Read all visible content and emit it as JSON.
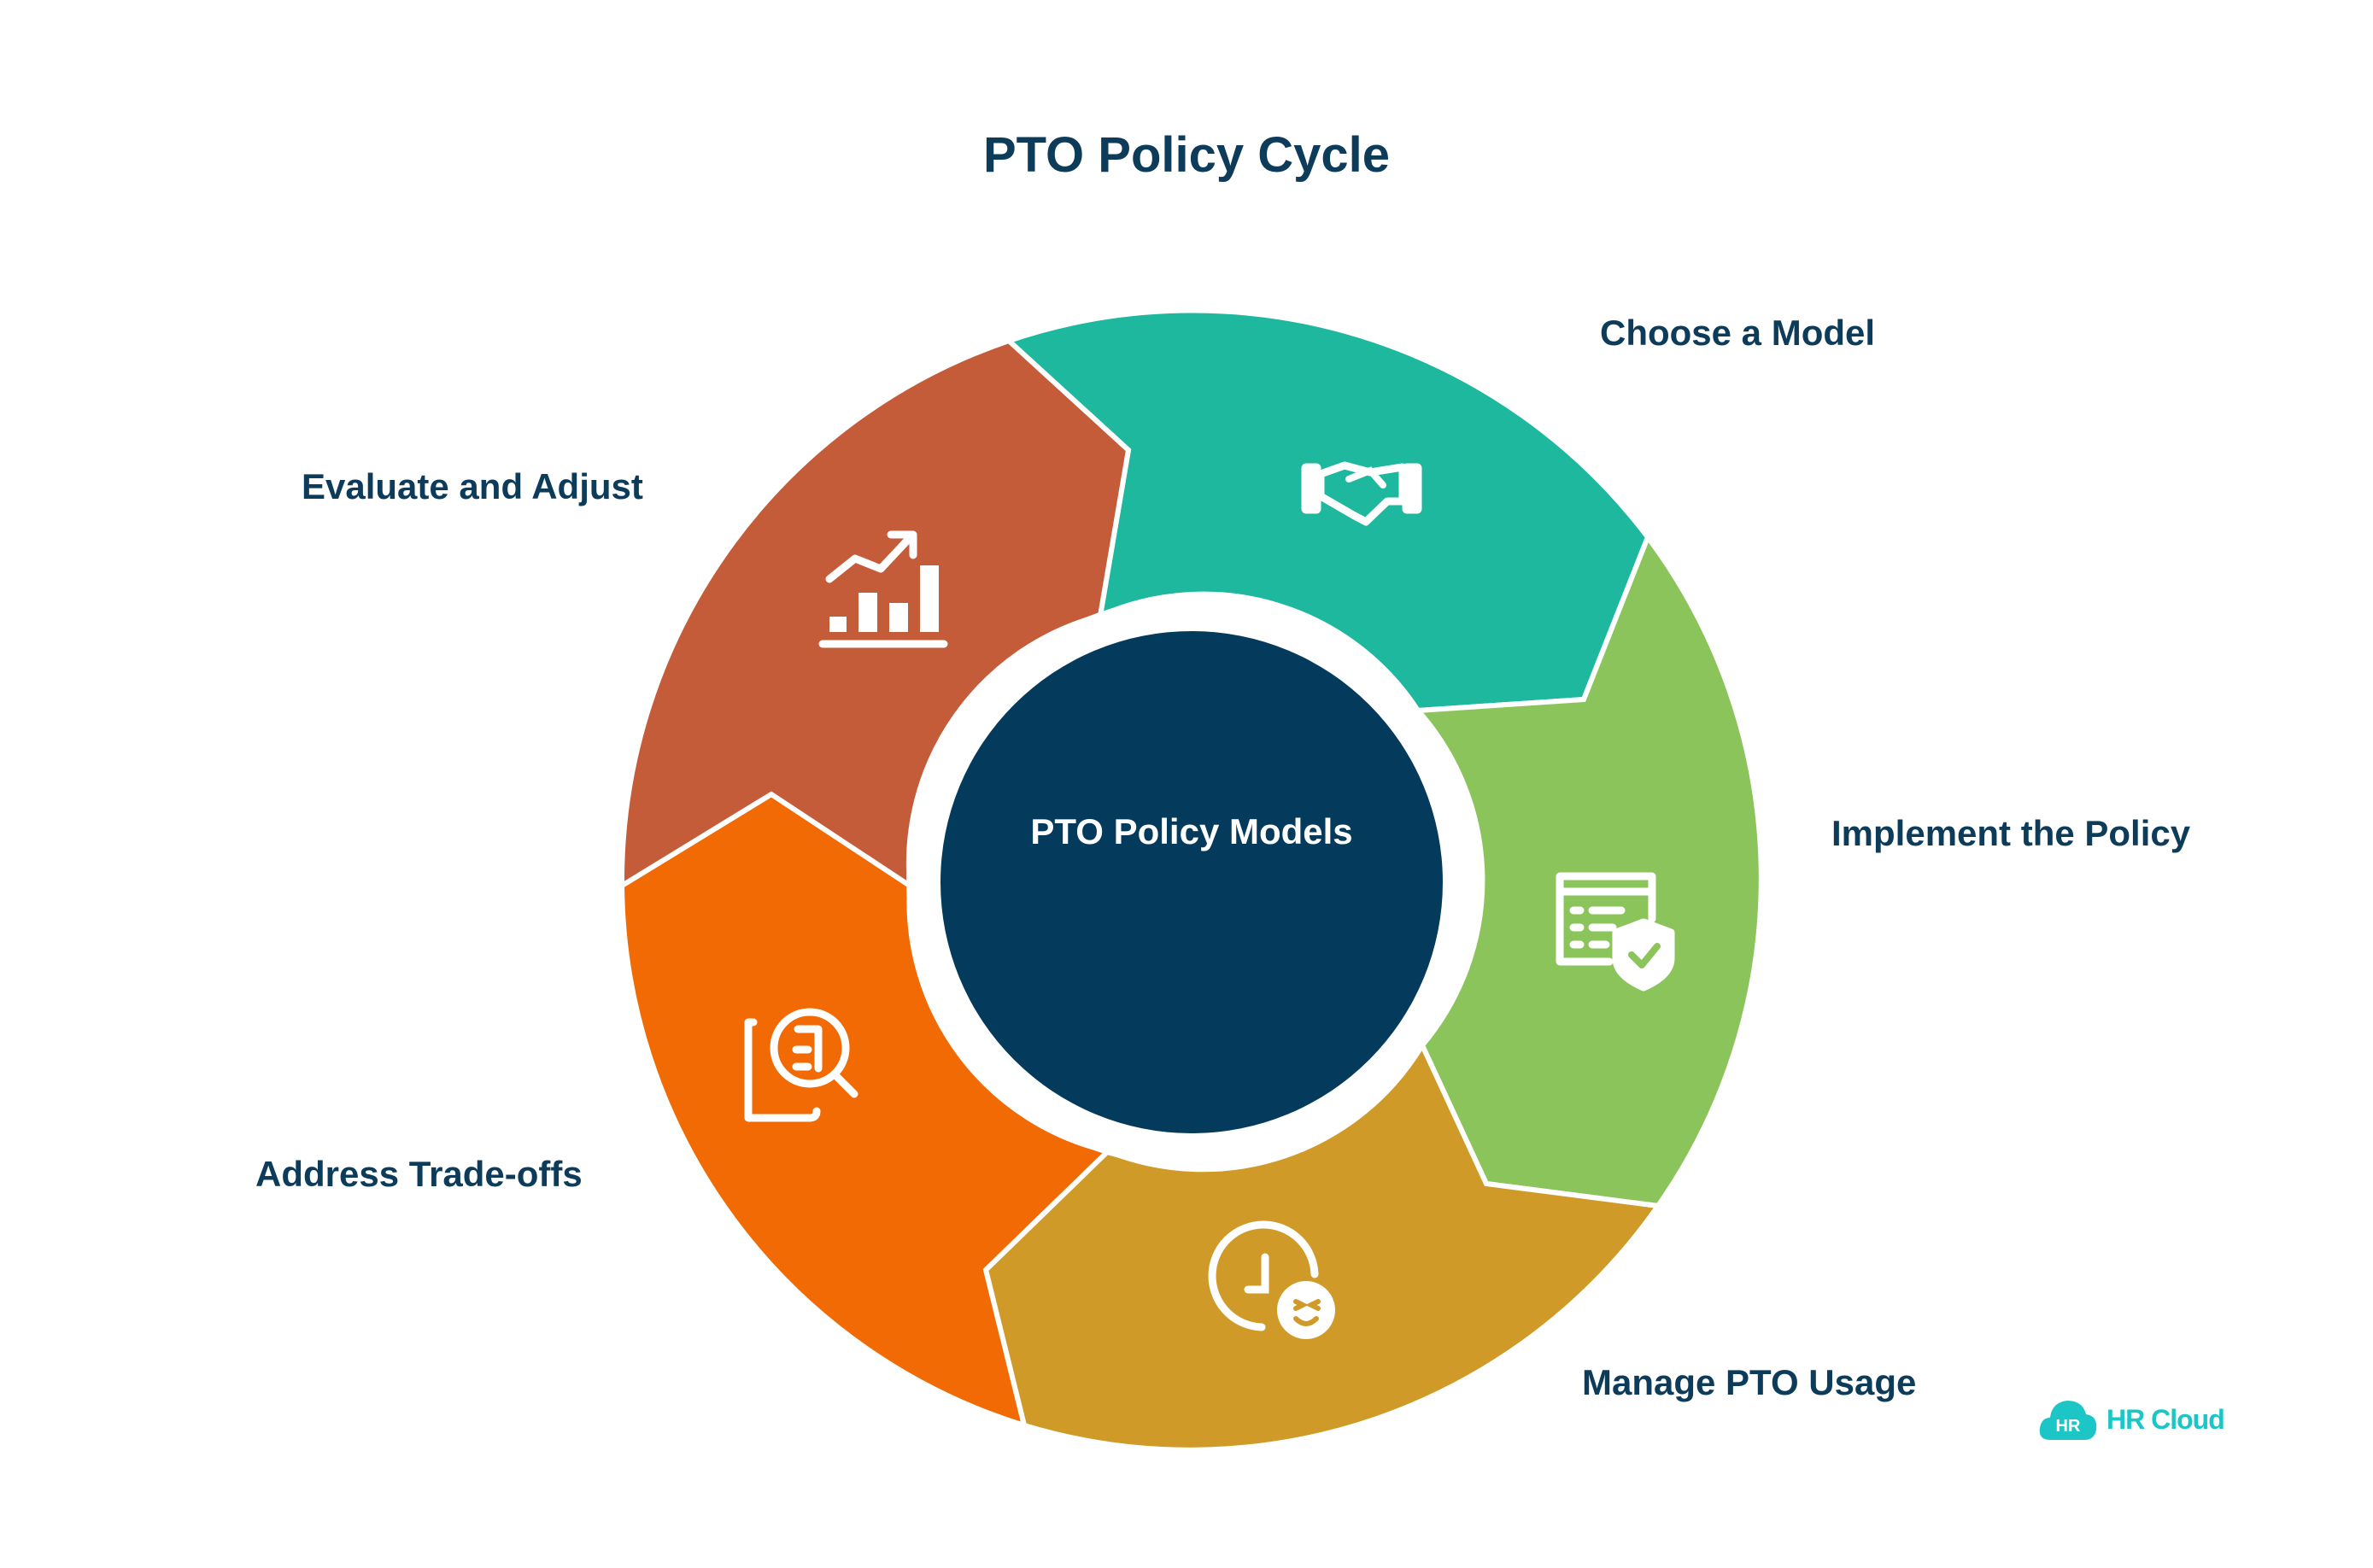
{
  "title": "PTO Policy Cycle",
  "center": {
    "label": "PTO Policy Models",
    "color": "#043B5C"
  },
  "steps": [
    {
      "label": "Choose a Model",
      "color": "#1DB89E",
      "icon": "handshake-icon"
    },
    {
      "label": "Implement the Policy",
      "color": "#8CC45C",
      "icon": "document-shield-check-icon"
    },
    {
      "label": "Manage PTO Usage",
      "color": "#D09A28",
      "icon": "clock-smiley-icon"
    },
    {
      "label": "Address Trade-offs",
      "color": "#F26A03",
      "icon": "document-search-icon"
    },
    {
      "label": "Evaluate and Adjust",
      "color": "#C45C3A",
      "icon": "growth-chart-icon"
    }
  ],
  "logo": {
    "badge": "HR",
    "text": "HR Cloud",
    "color": "#1CC6C6"
  }
}
